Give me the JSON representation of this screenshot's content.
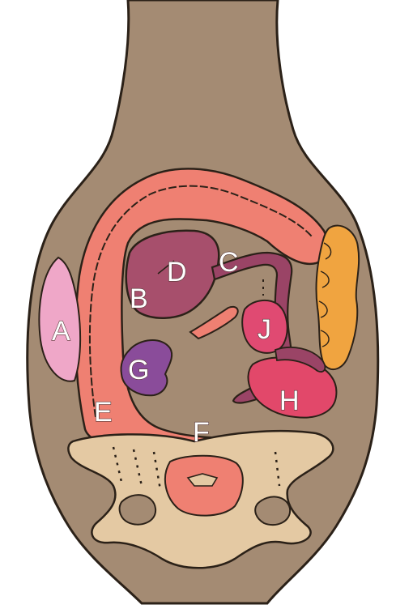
{
  "diagram": {
    "labels": {
      "A": "A",
      "B": "B",
      "C": "C",
      "D": "D",
      "E": "E",
      "F": "F",
      "G": "G",
      "H": "H",
      "J": "J"
    },
    "colors": {
      "body": "#a48b73",
      "outline": "#2b2118",
      "colon": "#ef8072",
      "stomach": "#a74f6c",
      "small_intestine": "#9a4466",
      "liver_lobe_j": "#e04a72",
      "lobe_h": "#e2486a",
      "spleen_g": "#8a4c9a",
      "kidney_a": "#efa7c8",
      "pancreas": "#f0a440",
      "pelvis": "#e4c9a3"
    }
  }
}
